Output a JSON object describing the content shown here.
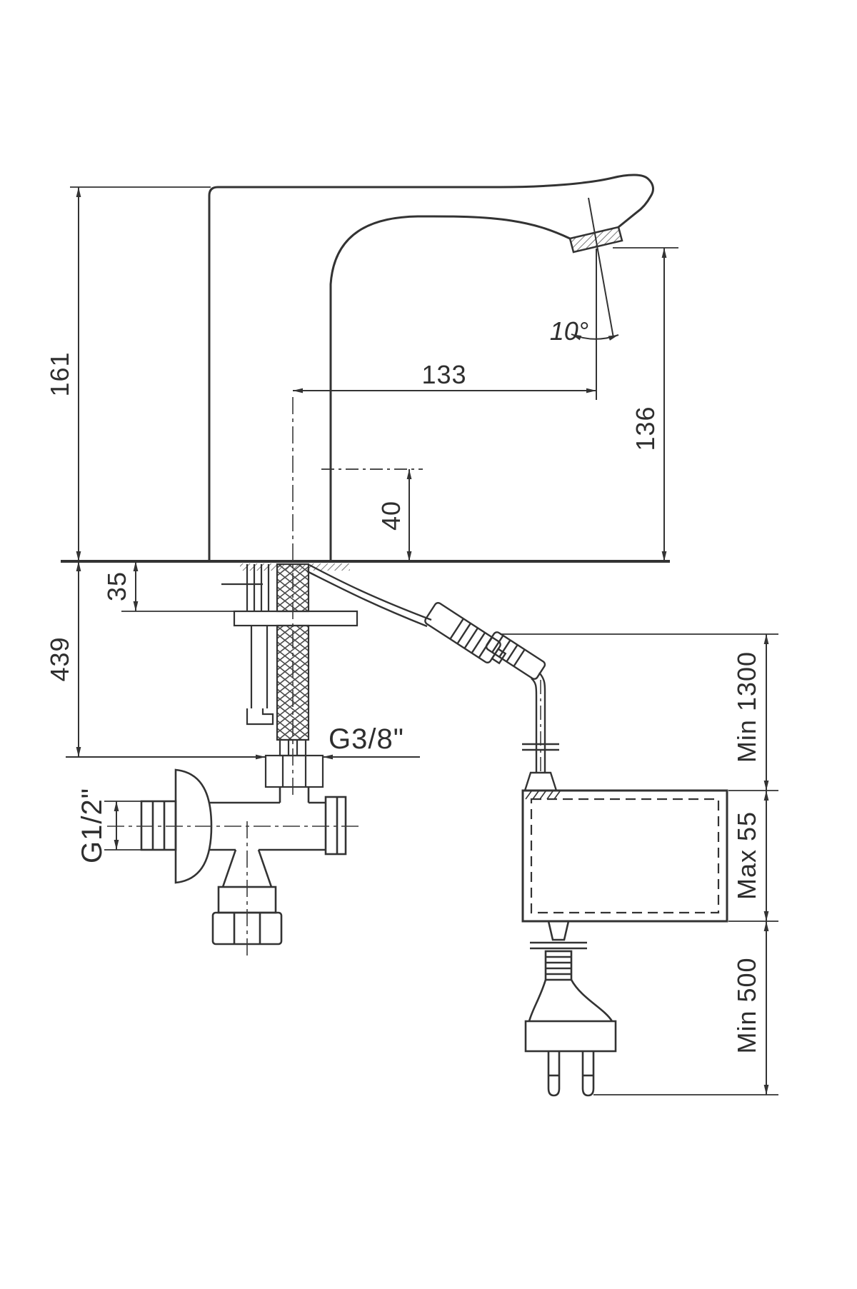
{
  "drawing": {
    "labels": {
      "total_height": "161",
      "spout_reach": "133",
      "outlet_height": "136",
      "spray_angle": "10°",
      "sensor_height": "40",
      "deck_thickness": "35",
      "hose_length": "439",
      "inlet_thread": "G3/8\"",
      "wall_thread": "G1/2\"",
      "cable_min_length": "Min 1300",
      "box_max_depth": "Max 55",
      "plug_min_length": "Min 500"
    }
  }
}
